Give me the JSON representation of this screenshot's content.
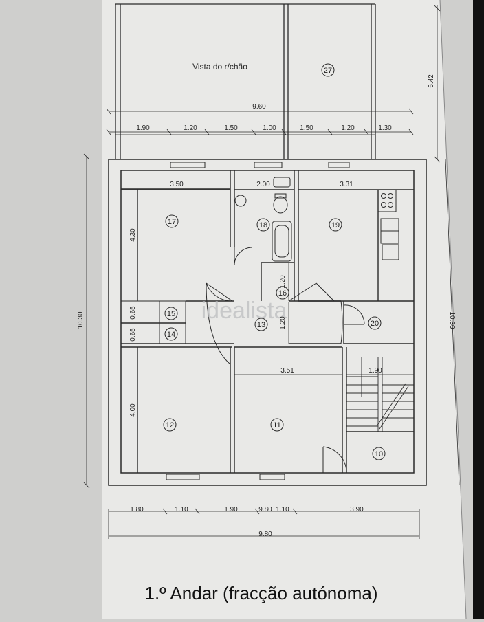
{
  "caption": "1.º Andar (fracção autónoma)",
  "watermark": "idealista",
  "view_label": "Vista do r/chão",
  "rooms": {
    "r27": "27",
    "r17": "17",
    "r18": "18",
    "r19": "19",
    "r16": "16",
    "r15": "15",
    "r14": "14",
    "r13": "13",
    "r20": "20",
    "r12": "12",
    "r11": "11",
    "r10": "10"
  },
  "dims": {
    "top_total": "9.60",
    "top_seg": [
      "1.90",
      "1.20",
      "1.50",
      "1.00",
      "1.50",
      "1.20",
      "1.30"
    ],
    "right_top": "5.42",
    "room17_w": "3.50",
    "room18_w": "2.00",
    "room19_w": "3.31",
    "room17_h": "4.30",
    "v065a": "0.65",
    "v065b": "0.65",
    "v120a": "1.20",
    "v120b": "1.20",
    "room11_w": "3.51",
    "stair_w": "1.90",
    "room12_h": "4.00",
    "left_total": "10.30",
    "right_total": "10.30",
    "bottom_seg": [
      "1.80",
      "1.10",
      "1.90",
      "9.80",
      "1.10",
      "3.90"
    ],
    "bottom_total": "9.80"
  },
  "colors": {
    "paper": "#e9e9e7",
    "line": "#2a2a2a",
    "watermark": "#b9bbbd"
  }
}
